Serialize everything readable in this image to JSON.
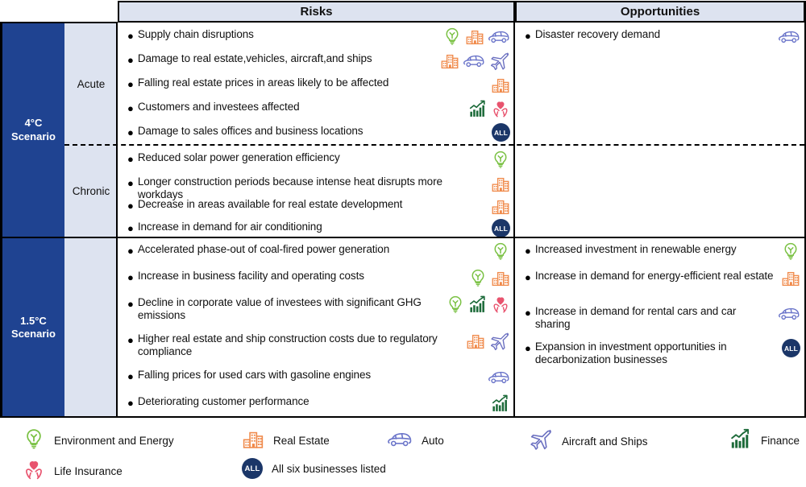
{
  "colors": {
    "scenario_blue": "#1f4391",
    "header_blue": "#dde3f0",
    "energy_green": "#7ac143",
    "real_estate_orange": "#f08a4b",
    "auto_periwinkle": "#6a74c9",
    "aircraft_purple": "#6a6fc0",
    "finance_green": "#1d6b3a",
    "life_pink": "#e8536e",
    "all_navy": "#1b3668"
  },
  "header": {
    "risks": "Risks",
    "opportunities": "Opportunities"
  },
  "scenarios": [
    {
      "id": "four-c",
      "label": "4°C\nScenario",
      "label_line1": "4°C",
      "label_line2": "Scenario",
      "categories": [
        {
          "id": "acute",
          "label": "Acute",
          "risks": [
            {
              "text": "Supply chain disruptions",
              "icons": [
                "energy",
                "real-estate",
                "auto"
              ]
            },
            {
              "text": "Damage to real estate,vehicles, aircraft,and ships",
              "icons": [
                "real-estate",
                "auto",
                "aircraft"
              ]
            },
            {
              "text": "Falling real estate prices in areas likely to be affected",
              "icons": [
                "real-estate"
              ]
            },
            {
              "text": "Customers and investees affected",
              "icons": [
                "finance",
                "life"
              ]
            },
            {
              "text": "Damage to sales offices and business locations",
              "icons": [
                "all"
              ]
            }
          ]
        },
        {
          "id": "chronic",
          "label": "Chronic",
          "risks": [
            {
              "text": "Reduced solar power generation efficiency",
              "icons": [
                "energy"
              ]
            },
            {
              "text": "Longer construction periods because intense heat disrupts more workdays",
              "icons": [
                "real-estate"
              ]
            },
            {
              "text": "Decrease in areas available for real estate development",
              "icons": [
                "real-estate"
              ]
            },
            {
              "text": "Increase in demand for air conditioning",
              "icons": [
                "all"
              ]
            }
          ]
        }
      ],
      "opportunities": [
        {
          "text": "Disaster recovery demand",
          "icons": [
            "auto"
          ]
        }
      ]
    },
    {
      "id": "one-five-c",
      "label": "1.5°C\nScenario",
      "label_line1": "1.5°C",
      "label_line2": "Scenario",
      "categories": [
        {
          "id": "transition",
          "label": "",
          "risks": [
            {
              "text": "Accelerated phase-out of coal-fired power generation",
              "icons": [
                "energy"
              ]
            },
            {
              "text": "Increase in business facility and operating costs",
              "icons": [
                "energy",
                "real-estate"
              ]
            },
            {
              "text": "Decline in corporate value of investees with significant GHG emissions",
              "icons": [
                "energy",
                "finance",
                "life"
              ]
            },
            {
              "text": "Higher real estate and ship construction costs due to regulatory compliance",
              "icons": [
                "real-estate",
                "aircraft"
              ]
            },
            {
              "text": "Falling prices for used cars with gasoline engines",
              "icons": [
                "auto"
              ]
            },
            {
              "text": "Deteriorating customer performance",
              "icons": [
                "finance"
              ]
            }
          ]
        }
      ],
      "opportunities": [
        {
          "text": "Increased investment in renewable energy",
          "icons": [
            "energy"
          ]
        },
        {
          "text": "Increase in demand for energy-efficient real estate",
          "icons": [
            "real-estate"
          ]
        },
        {
          "text": "Increase in demand for rental cars and car sharing",
          "icons": [
            "auto"
          ]
        },
        {
          "text": "Expansion in investment opportunities in decarbonization businesses",
          "icons": [
            "all"
          ]
        }
      ]
    }
  ],
  "legend": [
    {
      "icon": "energy",
      "label": "Environment and Energy"
    },
    {
      "icon": "real-estate",
      "label": "Real Estate"
    },
    {
      "icon": "auto",
      "label": "Auto"
    },
    {
      "icon": "aircraft",
      "label": "Aircraft and Ships"
    },
    {
      "icon": "finance",
      "label": "Finance"
    },
    {
      "icon": "life",
      "label": "Life Insurance"
    },
    {
      "icon": "all",
      "label": "All six businesses listed"
    }
  ],
  "bullet_glyph": "●",
  "all_badge_text": "ALL"
}
